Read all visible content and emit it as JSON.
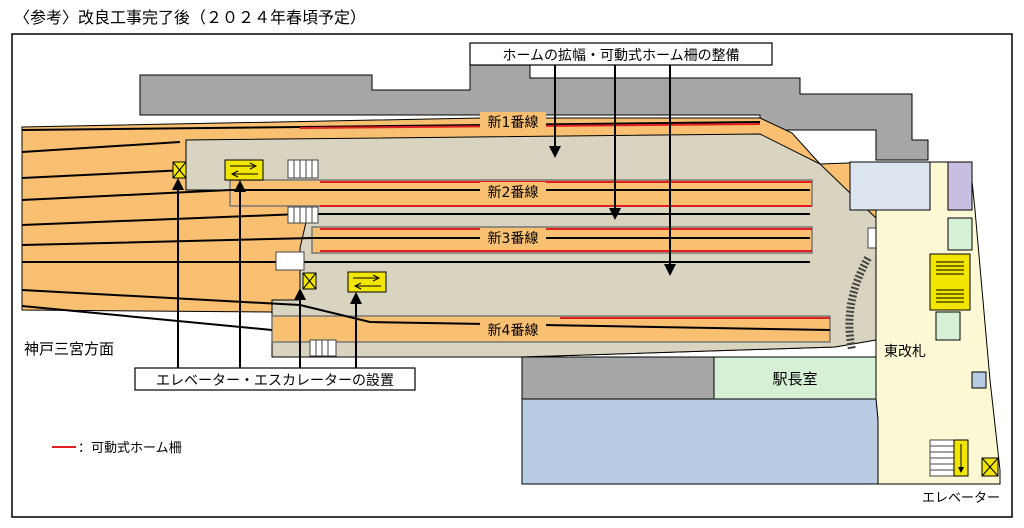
{
  "title": "〈参考〉改良工事完了後（２０２４年春頃予定）",
  "callouts": {
    "platform": "ホームの拡幅・可動式ホーム柵の整備",
    "elevator_escalator": "エレベーター・エスカレーターの設置"
  },
  "tracks": {
    "track1": "新1番線",
    "track2": "新2番線",
    "track3": "新3番線",
    "track4": "新4番線"
  },
  "areas": {
    "direction": "神戸三宮方面",
    "station_master": "駅長室",
    "east_gate": "東改札",
    "elevator": "エレベーター"
  },
  "legend": {
    "label": "：可動式ホーム柵"
  },
  "colors": {
    "track_area": "#f8c070",
    "platform": "#d9d4c0",
    "building": "#a6a6a6",
    "station_master_room": "#d6f0d6",
    "concourse": "#fcf8d4",
    "lower_block": "#b8cce4",
    "platform_door": "#e02020",
    "equipment": "#f2e600"
  }
}
